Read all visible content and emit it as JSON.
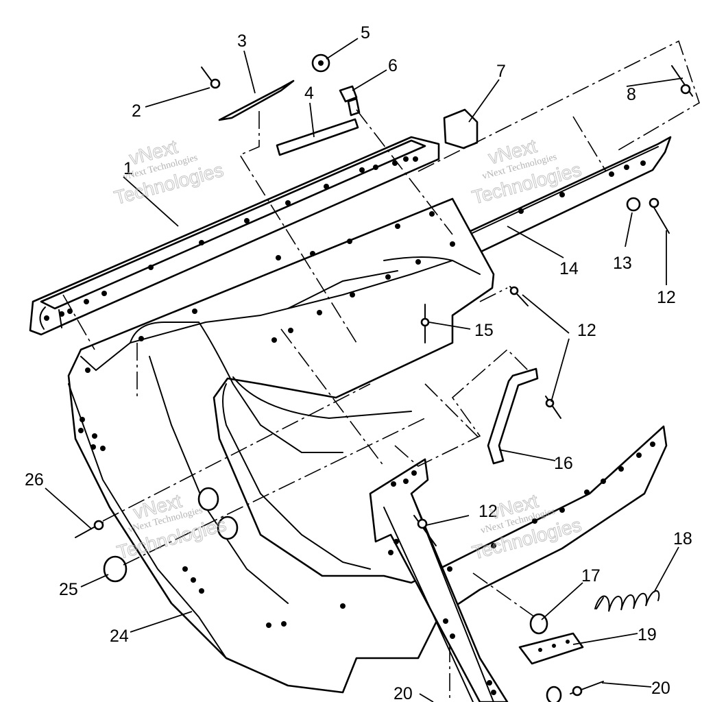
{
  "callouts": {
    "c1": "1",
    "c2": "2",
    "c3": "3",
    "c4": "4",
    "c5": "5",
    "c6": "6",
    "c7": "7",
    "c8": "8",
    "c12a": "12",
    "c12b": "12",
    "c12c": "12",
    "c13": "13",
    "c14": "14",
    "c15": "15",
    "c16": "16",
    "c17": "17",
    "c18": "18",
    "c19": "19",
    "c20a": "20",
    "c20b": "20",
    "c24": "24",
    "c25": "25",
    "c26": "26"
  },
  "watermark": {
    "line1": "vNext Technologies",
    "big_top": "vNext",
    "big_bottom": "Technologies"
  }
}
